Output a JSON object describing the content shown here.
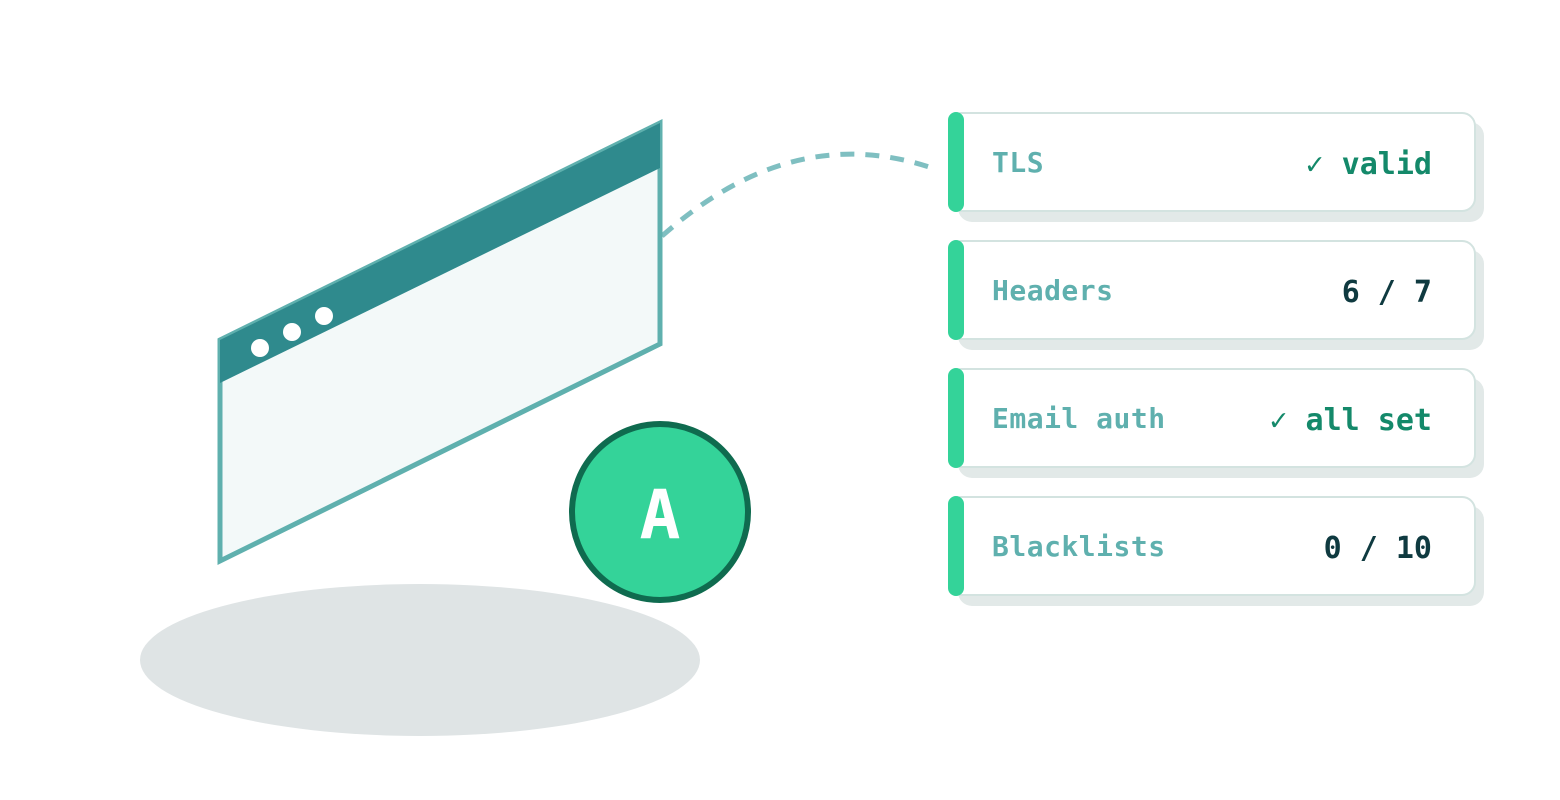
{
  "grade": {
    "letter": "A"
  },
  "checks": [
    {
      "label": "TLS",
      "value": "✓ valid"
    },
    {
      "label": "Headers",
      "value": "6 / 7"
    },
    {
      "label": "Email auth",
      "value": "✓ all set"
    },
    {
      "label": "Blacklists",
      "value": "0 / 10"
    }
  ],
  "colors": {
    "accent": "#34d399",
    "teal": "#2f8a8d",
    "teal_border": "#5fb0ae",
    "dark_green": "#0f6b4f",
    "pass_text": "#14896a",
    "count_text": "#0f3a40",
    "shadow": "#dfe4e5"
  }
}
